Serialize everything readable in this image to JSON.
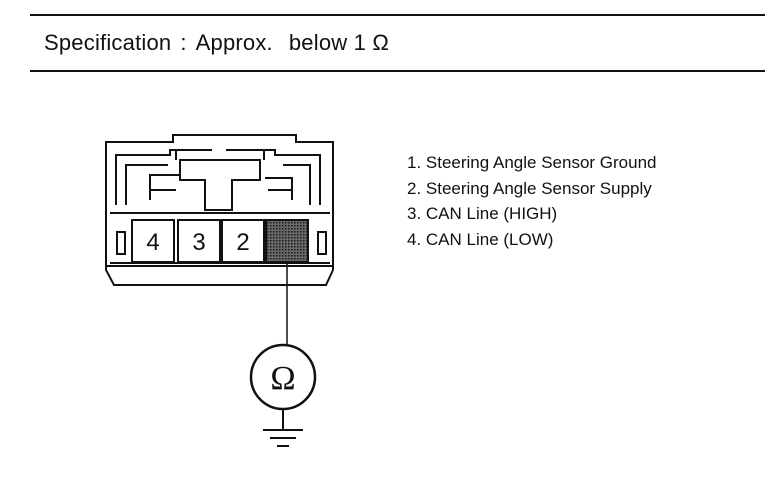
{
  "spec": {
    "label": "Specification",
    "separator": ":",
    "approx": "Approx.",
    "value": "below 1 Ω"
  },
  "connector": {
    "pins": [
      "4",
      "3",
      "2"
    ]
  },
  "meter": {
    "symbol": "Ω"
  },
  "legend": [
    "1. Steering Angle Sensor Ground",
    "2. Steering Angle Sensor Supply",
    "3. CAN Line (HIGH)",
    "4. CAN Line (LOW)"
  ]
}
